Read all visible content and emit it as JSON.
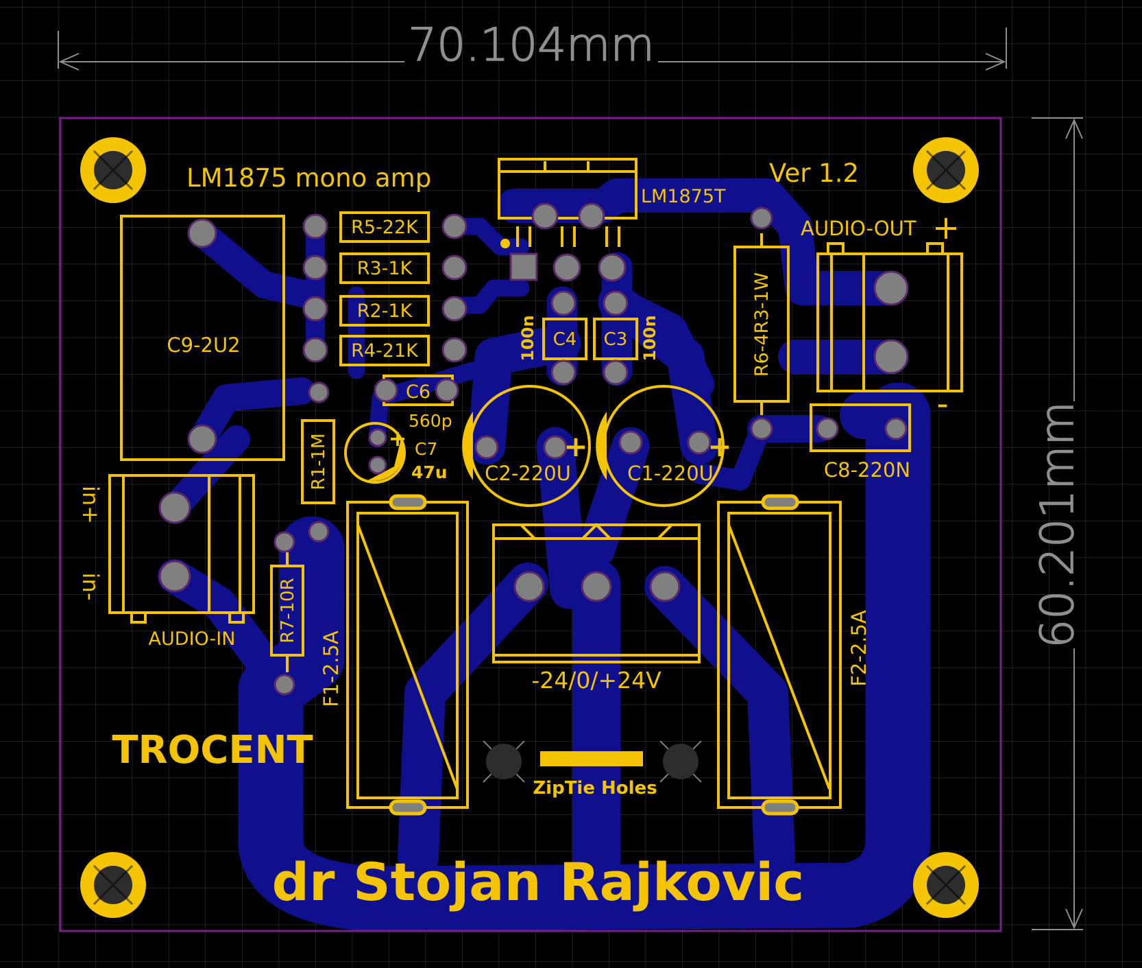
{
  "colors": {
    "background": "#000000",
    "grid": "#2b2b2b",
    "copper": "#10108f",
    "silkscreen": "#f5c400",
    "outline": "#7a1f8a",
    "pad": "#808080",
    "hole": "#2d2d2d",
    "dimension": "#8f8f8f"
  },
  "dimensions": {
    "width": "70.104mm",
    "height": "60.201mm"
  },
  "labels": {
    "title": "LM1875 mono amp",
    "version": "Ver 1.2",
    "ic": "LM1875T",
    "r5": "R5-22K",
    "r3": "R3-1K",
    "r2": "R2-1K",
    "r4": "R4-21K",
    "c6": "C6",
    "c6_value": "560p",
    "c7": "C7",
    "c7_value": "47u",
    "c9": "C9-2U2",
    "r1": "R1-1M",
    "r7": "R7-10R",
    "c4": "C4",
    "c3": "C3",
    "c4_value": "100n",
    "c3_value": "100n",
    "c2": "C2-220U",
    "c1": "C1-220U",
    "r6": "R6-4R3-1W",
    "c8": "C8-220N",
    "audio_out": "AUDIO-OUT",
    "audio_in": "AUDIO-IN",
    "in_plus": "in+",
    "in_minus": "in-",
    "f1": "F1-2.5A",
    "f2": "F2-2.5A",
    "power": "-24/0/+24V",
    "ziptie": "ZipTie Holes",
    "brand": "TROCENT",
    "author": "dr Stojan Rajkovic",
    "plus": "+",
    "minus": "-"
  }
}
